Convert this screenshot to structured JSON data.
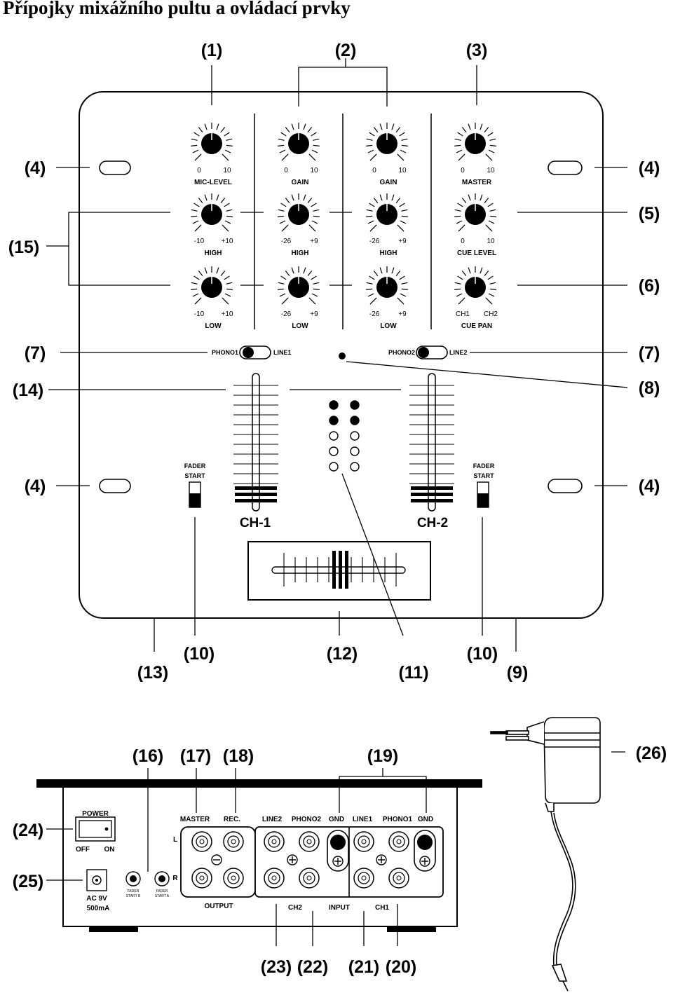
{
  "title": "Přípojky mixážního pultu a ovládací prvky",
  "top_panel": {
    "knobs": [
      {
        "name": "MIC-LEVEL",
        "min": "0",
        "max": "10"
      },
      {
        "name": "GAIN",
        "min": "0",
        "max": "10"
      },
      {
        "name": "GAIN",
        "min": "0",
        "max": "10"
      },
      {
        "name": "MASTER",
        "min": "0",
        "max": "10"
      },
      {
        "name": "HIGH",
        "min": "-10",
        "max": "+10"
      },
      {
        "name": "HIGH",
        "min": "-26",
        "max": "+9"
      },
      {
        "name": "HIGH",
        "min": "-26",
        "max": "+9"
      },
      {
        "name": "CUE LEVEL",
        "min": "0",
        "max": "10"
      },
      {
        "name": "LOW",
        "min": "-10",
        "max": "+10"
      },
      {
        "name": "LOW",
        "min": "-26",
        "max": "+9"
      },
      {
        "name": "LOW",
        "min": "-26",
        "max": "+9"
      },
      {
        "name": "CUE PAN",
        "min": "CH1",
        "max": "CH2"
      }
    ],
    "switch1": {
      "left": "PHONO1",
      "right": "LINE1"
    },
    "switch2": {
      "left": "PHONO2",
      "right": "LINE2"
    },
    "fader_start": "FADER START",
    "ch1": "CH-1",
    "ch2": "CH-2"
  },
  "callouts": {
    "c1": "(1)",
    "c2": "(2)",
    "c3": "(3)",
    "c4": "(4)",
    "c5": "(5)",
    "c6": "(6)",
    "c7": "(7)",
    "c8": "(8)",
    "c9": "(9)",
    "c10": "(10)",
    "c11": "(11)",
    "c12": "(12)",
    "c13": "(13)",
    "c14": "(14)",
    "c15": "(15)",
    "c16": "(16)",
    "c17": "(17)",
    "c18": "(18)",
    "c19": "(19)",
    "c20": "(20)",
    "c21": "(21)",
    "c22": "(22)",
    "c23": "(23)",
    "c24": "(24)",
    "c25": "(25)",
    "c26": "(26)"
  },
  "rear_panel": {
    "power": "POWER",
    "off": "OFF",
    "on": "ON",
    "power_jack_line1": "AC 9V",
    "power_jack_line2": "500mA",
    "fader_start_b": "FADER START B",
    "fader_start_a": "FADER START A",
    "l": "L",
    "r": "R",
    "master": "MASTER",
    "rec": "REC.",
    "line2": "LINE2",
    "phono2": "PHONO2",
    "gnd": "GND",
    "line1": "LINE1",
    "phono1": "PHONO1",
    "output": "OUTPUT",
    "ch2": "CH2",
    "input": "INPUT",
    "ch1": "CH1"
  }
}
